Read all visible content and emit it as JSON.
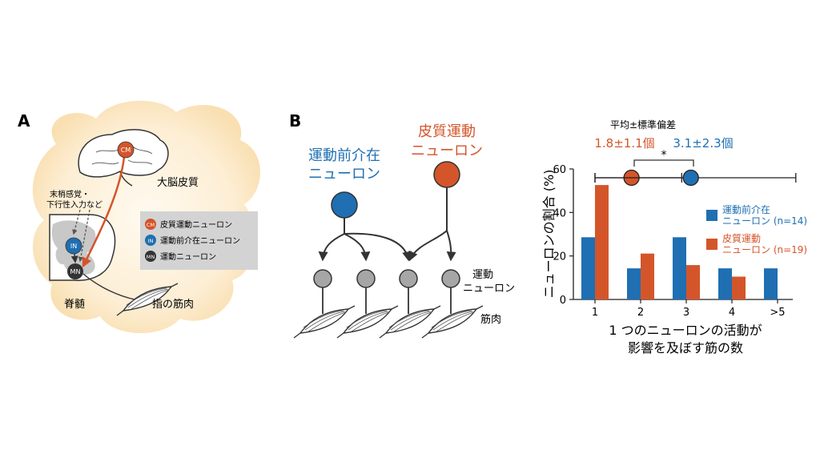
{
  "panel_a": {
    "label": "A",
    "brain_label": "大脳皮質",
    "input_label_1": "末梢感覚・",
    "input_label_2": "下行性入力など",
    "spinal_label": "脊髄",
    "muscle_label": "指の筋肉",
    "cm_tag": "CM",
    "in_tag": "IN",
    "mn_tag": "MN",
    "legend": [
      {
        "tag": "CM",
        "text": "皮質運動ニューロン",
        "color": "#d4552a"
      },
      {
        "tag": "IN",
        "text": "運動前介在ニューロン",
        "color": "#1f6fb2"
      },
      {
        "tag": "MN",
        "text": "運動ニューロン",
        "color": "#333333"
      }
    ]
  },
  "panel_b": {
    "label": "B",
    "premotor_line1": "運動前介在",
    "premotor_line2": "ニューロン",
    "cortical_line1": "皮質運動",
    "cortical_line2": "ニューロン",
    "motor_line1": "運動",
    "motor_line2": "ニューロン",
    "muscle_label": "筋肉"
  },
  "colors": {
    "blue": "#1f6fb2",
    "orange": "#d4552a",
    "grey": "#a6a6a6",
    "cloud": "#fbe3b8"
  },
  "chart_data": {
    "type": "bar",
    "title": "平均±標準偏差",
    "summary_orange": "1.8±1.1個",
    "summary_blue": "3.1±2.3個",
    "significance": "*",
    "categories": [
      "1",
      "2",
      "3",
      "4",
      ">5"
    ],
    "series": [
      {
        "name_line1": "運動前介在",
        "name_line2": "ニューロン (n=14)",
        "color": "#1f6fb2",
        "values": [
          28.6,
          14.3,
          28.6,
          14.3,
          14.3
        ]
      },
      {
        "name_line1": "皮質運動",
        "name_line2": "ニューロン (n=19)",
        "color": "#d4552a",
        "values": [
          52.6,
          21.1,
          15.8,
          10.5,
          0
        ]
      }
    ],
    "mean_sd": [
      {
        "mean": 1.8,
        "sd": 1.1,
        "color": "#d4552a"
      },
      {
        "mean": 3.1,
        "sd": 2.3,
        "color": "#1f6fb2"
      }
    ],
    "ylabel": "ニューロンの割合 (%)",
    "xlabel_line1": "1 つのニューロンの活動が",
    "xlabel_line2": "影響を及ぼす筋の数",
    "ylim": [
      0,
      60
    ],
    "yticks": [
      "0",
      "20",
      "40",
      "60"
    ],
    "legend_position": "right"
  }
}
